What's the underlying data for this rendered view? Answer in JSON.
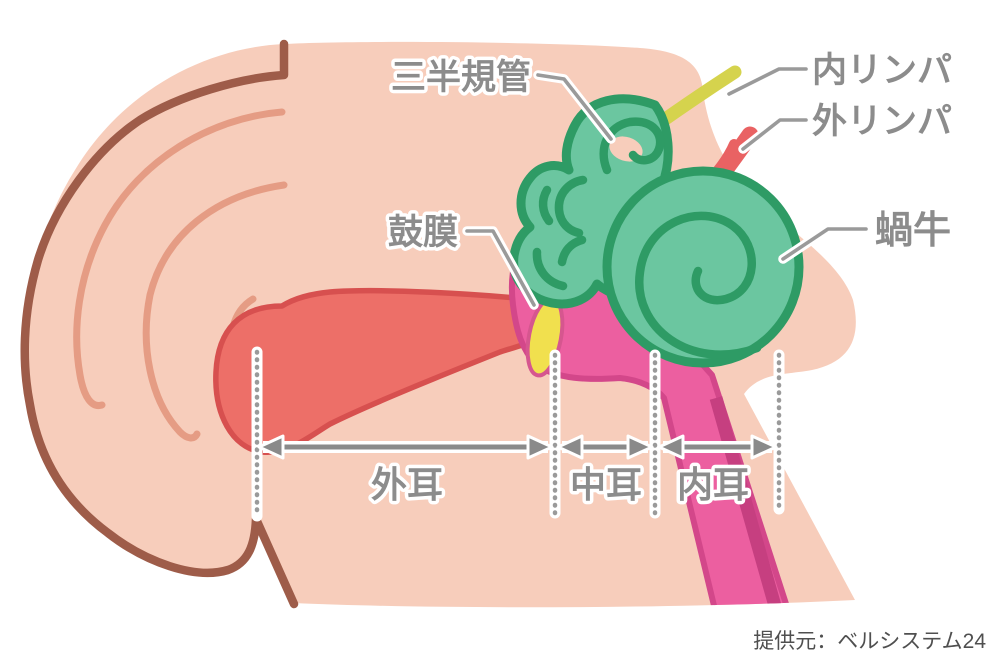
{
  "figure": {
    "title_hint": "ear anatomy cross-section diagram",
    "labels": {
      "semicircular_canals": "三半規管",
      "endolymph": "内リンパ",
      "perilymph": "外リンパ",
      "eardrum": "鼓膜",
      "cochlea": "蝸牛",
      "outer_ear": "外耳",
      "middle_ear": "中耳",
      "inner_ear": "内耳"
    },
    "caption": "提供元：ベルシステム24",
    "colors": {
      "skin": "#f7cdbb",
      "outline_brown": "#9e5c49",
      "inner_curve": "#e59c84",
      "canal_red": "#ed6f68",
      "canal_edge": "#d7504f",
      "middle_ear_pink": "#ec5fa0",
      "middle_ear_edge": "#d3478a",
      "middle_ear_dark": "#c63f80",
      "eardrum_yellow": "#f1e04e",
      "eardrum_edge": "#d6568f",
      "cochlea_green": "#6bc6a0",
      "cochlea_outline": "#2e9b65",
      "endolymph_yellow": "#d5d34d",
      "perilymph_red": "#e96263",
      "label_gray": "#8c8c8c",
      "label_line": "#9a9a9a",
      "arrow_gray": "#8a8a8a",
      "caption_gray": "#4f4f4f"
    }
  }
}
